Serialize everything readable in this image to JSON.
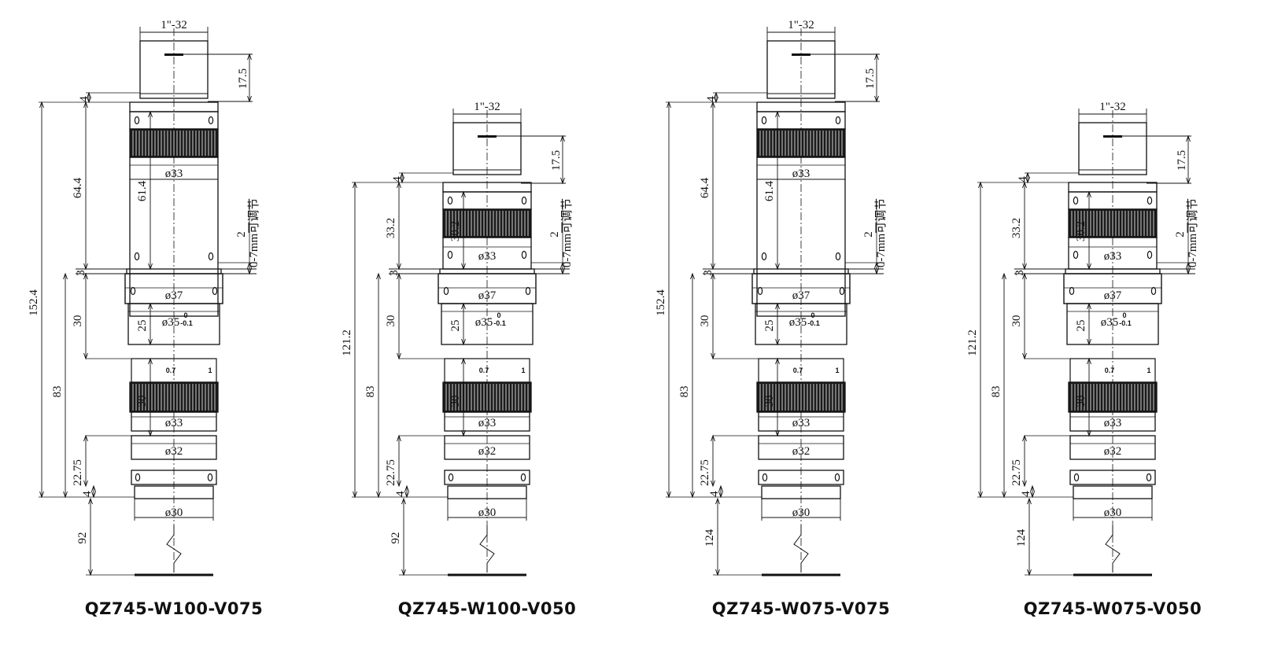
{
  "colors": {
    "ink": "#111111",
    "grip": "#1a1a1a",
    "paper": "#ffffff"
  },
  "drawings": [
    {
      "model": "QZ745-W100-V075",
      "thread": "1\"-32",
      "dims_left": {
        "total": "152.4",
        "upper": "64.4",
        "upper_inner": "61.4",
        "flange": "3",
        "lower_outer": "83",
        "mid1": "30",
        "mid1_inner": "25",
        "mid2": "30",
        "bottom": "22.75",
        "tip": "4",
        "stem": "92",
        "top_gap": "4"
      },
      "dims_right": {
        "cap": "17.5",
        "adjust_value": "2",
        "adjust_text": "0-7mm可调节"
      },
      "diameters": {
        "d33_top": "ø33",
        "d37": "ø37",
        "d35": "ø35",
        "d35_upper": "0",
        "d35_lower": "-0.1",
        "d33_low": "ø33",
        "d32": "ø32",
        "d30": "ø30"
      },
      "scale_marks": {
        "left": "0.7",
        "right": "1"
      },
      "variant": "tall"
    },
    {
      "model": "QZ745-W100-V050",
      "thread": "1\"-32",
      "dims_left": {
        "total": "121.2",
        "upper": "33.2",
        "upper_inner": "30.2",
        "flange": "3",
        "lower_outer": "83",
        "mid1": "30",
        "mid1_inner": "25",
        "mid2": "30",
        "bottom": "22.75",
        "tip": "4",
        "stem": "92",
        "top_gap": "4"
      },
      "dims_right": {
        "cap": "17.5",
        "adjust_value": "2",
        "adjust_text": "0-7mm可调节"
      },
      "diameters": {
        "d33_top": "ø33",
        "d37": "ø37",
        "d35": "ø35",
        "d35_upper": "0",
        "d35_lower": "-0.1",
        "d33_low": "ø33",
        "d32": "ø32",
        "d30": "ø30"
      },
      "scale_marks": {
        "left": "0.7",
        "right": "1"
      },
      "variant": "short"
    },
    {
      "model": "QZ745-W075-V075",
      "thread": "1\"-32",
      "dims_left": {
        "total": "152.4",
        "upper": "64.4",
        "upper_inner": "61.4",
        "flange": "3",
        "lower_outer": "83",
        "mid1": "30",
        "mid1_inner": "25",
        "mid2": "30",
        "bottom": "22.75",
        "tip": "4",
        "stem": "124",
        "top_gap": "4"
      },
      "dims_right": {
        "cap": "17.5",
        "adjust_value": "2",
        "adjust_text": "0-7mm可调节"
      },
      "diameters": {
        "d33_top": "ø33",
        "d37": "ø37",
        "d35": "ø35",
        "d35_upper": "0",
        "d35_lower": "-0.1",
        "d33_low": "ø33",
        "d32": "ø32",
        "d30": "ø30"
      },
      "scale_marks": {
        "left": "0.7",
        "right": "1"
      },
      "variant": "tall"
    },
    {
      "model": "QZ745-W075-V050",
      "thread": "1\"-32",
      "dims_left": {
        "total": "121.2",
        "upper": "33.2",
        "upper_inner": "30.2",
        "flange": "3",
        "lower_outer": "83",
        "mid1": "30",
        "mid1_inner": "25",
        "mid2": "30",
        "bottom": "22.75",
        "tip": "4",
        "stem": "124",
        "top_gap": "4"
      },
      "dims_right": {
        "cap": "17.5",
        "adjust_value": "2",
        "adjust_text": "0-7mm可调节"
      },
      "diameters": {
        "d33_top": "ø33",
        "d37": "ø37",
        "d35": "ø35",
        "d35_upper": "0",
        "d35_lower": "-0.1",
        "d33_low": "ø33",
        "d32": "ø32",
        "d30": "ø30"
      },
      "scale_marks": {
        "left": "0.7",
        "right": "1"
      },
      "variant": "short"
    }
  ]
}
